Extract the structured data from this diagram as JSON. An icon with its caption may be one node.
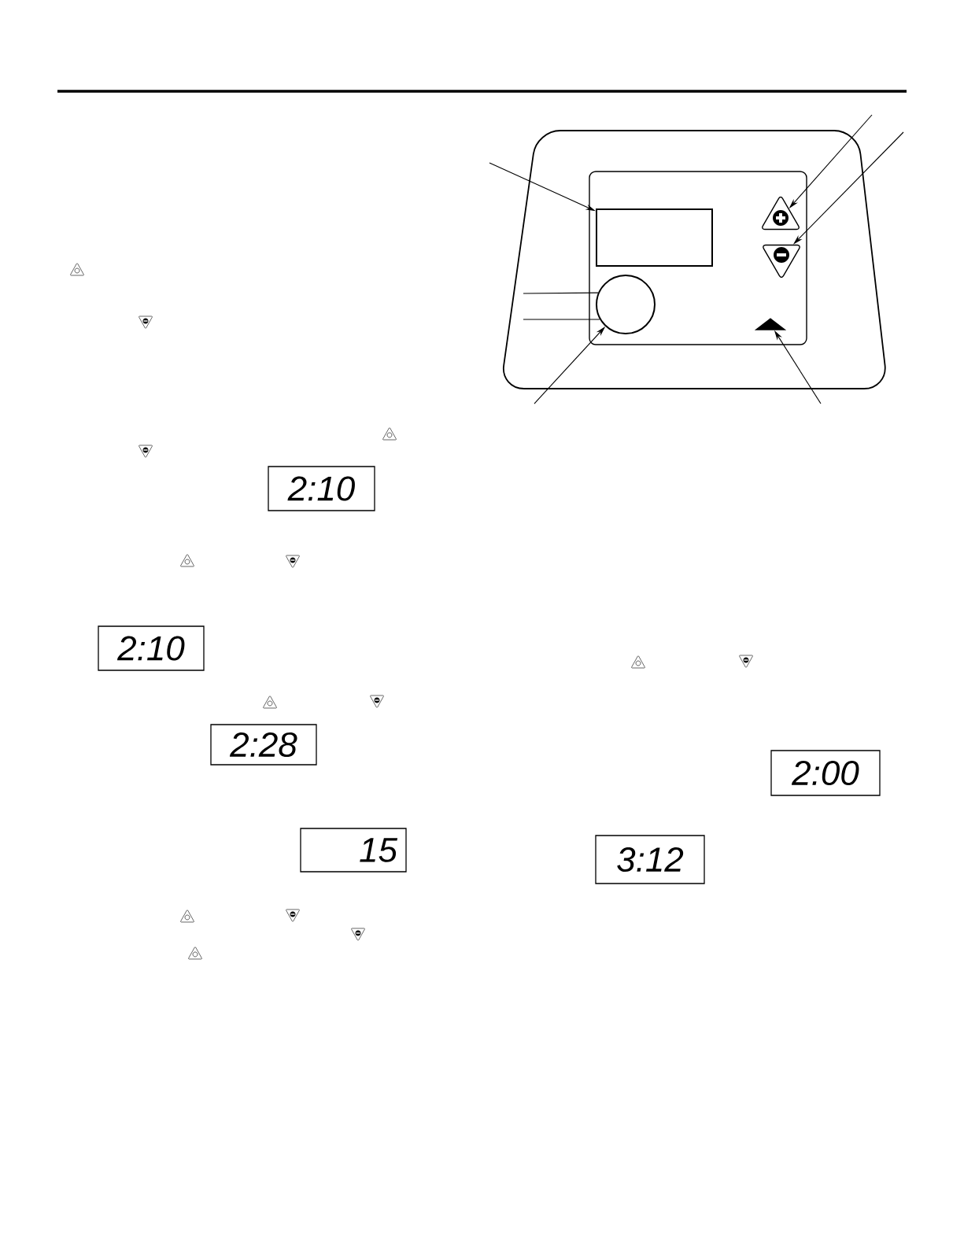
{
  "diagram": {
    "nodes": [
      {
        "text": [],
        "shape": "box"
      },
      {
        "text": [],
        "shape": "triangle"
      },
      {
        "text": [],
        "shape": "triangle"
      },
      {
        "text": [],
        "shape": "circle"
      },
      {
        "text": [],
        "shape": "triangle"
      },
      {
        "text": [
          "2:10"
        ]
      },
      {
        "text": [
          "2:10"
        ]
      },
      {
        "text": [
          "2:28"
        ]
      },
      {
        "text": [
          "15"
        ]
      },
      {
        "text": [
          "2:00"
        ]
      },
      {
        "text": [
          "3:12"
        ]
      }
    ],
    "edges": [
      {
        "from": null,
        "to": 0,
        "arrow": "to"
      },
      {
        "from": null,
        "to": 1,
        "arrow": "to"
      },
      {
        "from": null,
        "to": 2,
        "arrow": "to"
      },
      {
        "from": null,
        "to": 3,
        "arrow": "none"
      },
      {
        "from": null,
        "to": 3,
        "arrow": "none"
      },
      {
        "from": null,
        "to": 3,
        "arrow": "to"
      },
      {
        "from": null,
        "to": 4,
        "arrow": "to"
      }
    ]
  }
}
